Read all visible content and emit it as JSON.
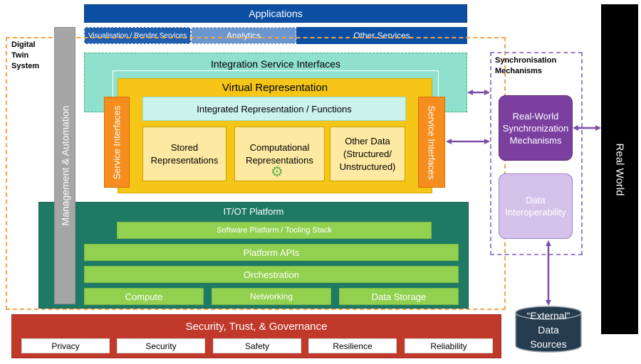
{
  "top": {
    "applications": "Applications",
    "visualisation": "Visualisation / Render Services",
    "analytics": "Analytics",
    "other_services": "Other Services"
  },
  "digital_twin": {
    "label_lines": [
      "Digital",
      "Twin",
      "System"
    ]
  },
  "management": "Management & Automation",
  "integration": "Integration Service Interfaces",
  "virtual": {
    "title": "Virtual Representation",
    "integrated": "Integrated Representation / Functions",
    "stored_lines": [
      "Stored",
      "Representations"
    ],
    "computational_lines": [
      "Computational",
      "Representations"
    ],
    "other_lines": [
      "Other Data",
      "(Structured/",
      "Unstructured)"
    ],
    "service_left": "Service Interfaces",
    "service_right": "Service Interfaces",
    "gear_icon": "gear-icon"
  },
  "platform": {
    "title": "IT/OT Platform",
    "software": "Software Platform / Tooling Stack",
    "apis": "Platform APIs",
    "orchestration": "Orchestration",
    "compute": "Compute",
    "networking": "Networking",
    "storage": "Data Storage"
  },
  "security": {
    "title": "Security, Trust, & Governance",
    "items": [
      "Privacy",
      "Security",
      "Safety",
      "Resilience",
      "Reliability"
    ]
  },
  "sync": {
    "title_lines": [
      "Synchronisation",
      "Mechanisms"
    ],
    "rw_lines": [
      "Real-World",
      "Synchronization",
      "Mechanisms"
    ],
    "interop_lines": [
      "Data",
      "Interoperability"
    ]
  },
  "real_world": "Real World",
  "external": {
    "lines": [
      "“External”",
      "Data",
      "Sources"
    ]
  },
  "colors": {
    "arrow": "#7b4fa8",
    "cylinder": "#253b4e"
  }
}
